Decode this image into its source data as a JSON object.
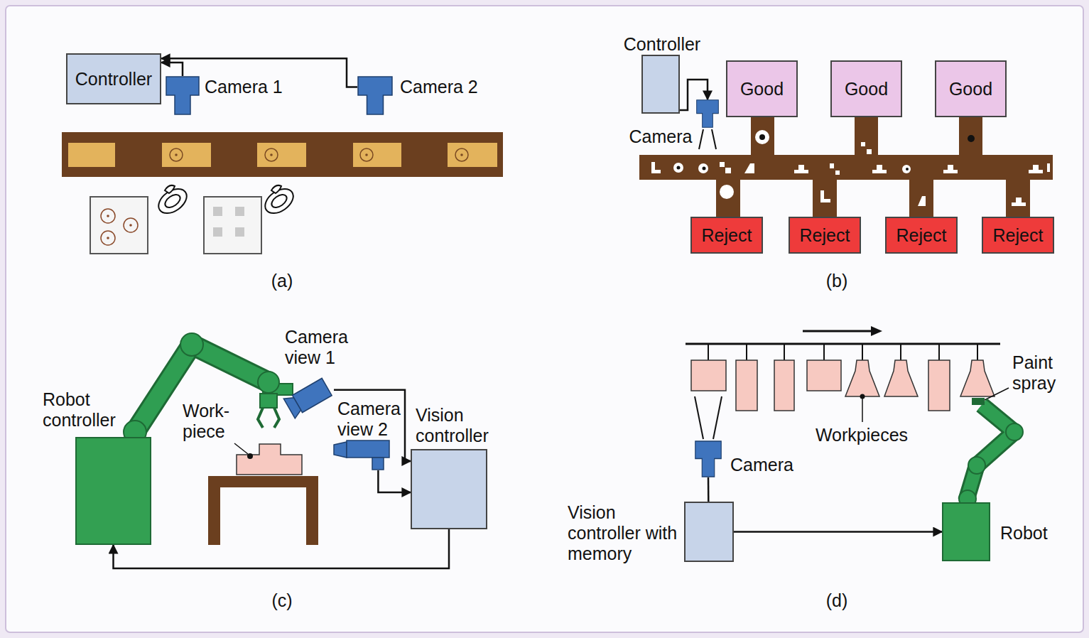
{
  "diagram": {
    "nodes": [
      {
        "text": [
          "Controller"
        ]
      },
      {
        "text": [
          "Camera 1"
        ]
      },
      {
        "text": [
          "Camera 2"
        ]
      },
      {
        "text": [
          "Controller"
        ]
      },
      {
        "text": [
          "Camera"
        ]
      },
      {
        "text": [
          "Good"
        ]
      },
      {
        "text": [
          "Good"
        ]
      },
      {
        "text": [
          "Good"
        ]
      },
      {
        "text": [
          "Reject"
        ]
      },
      {
        "text": [
          "Reject"
        ]
      },
      {
        "text": [
          "Reject"
        ]
      },
      {
        "text": [
          "Reject"
        ]
      },
      {
        "text": [
          "Robot controller"
        ]
      },
      {
        "text": [
          "Camera view 1"
        ]
      },
      {
        "text": [
          "Camera view 2"
        ]
      },
      {
        "text": [
          "Vision controller"
        ]
      },
      {
        "text": [
          "Camera"
        ]
      },
      {
        "text": [
          "Vision controller with memory"
        ]
      },
      {
        "text": [
          "Robot"
        ]
      }
    ],
    "edges": [
      {
        "from": 1,
        "to": 0,
        "arrow": "to"
      },
      {
        "from": 2,
        "to": 0,
        "arrow": "to"
      },
      {
        "from": 3,
        "to": 4,
        "arrow": "to"
      },
      {
        "from": 13,
        "to": 15,
        "arrow": "to"
      },
      {
        "from": 14,
        "to": 15,
        "arrow": "to"
      },
      {
        "from": 15,
        "to": 12,
        "arrow": "to"
      },
      {
        "from": 16,
        "to": 17,
        "arrow": "none"
      },
      {
        "from": 17,
        "to": 18,
        "arrow": "to"
      }
    ],
    "labels": [
      "(a)",
      "(b)",
      "(c)",
      "(d)",
      "Work- piece",
      "Workpieces",
      "Paint spray"
    ]
  }
}
